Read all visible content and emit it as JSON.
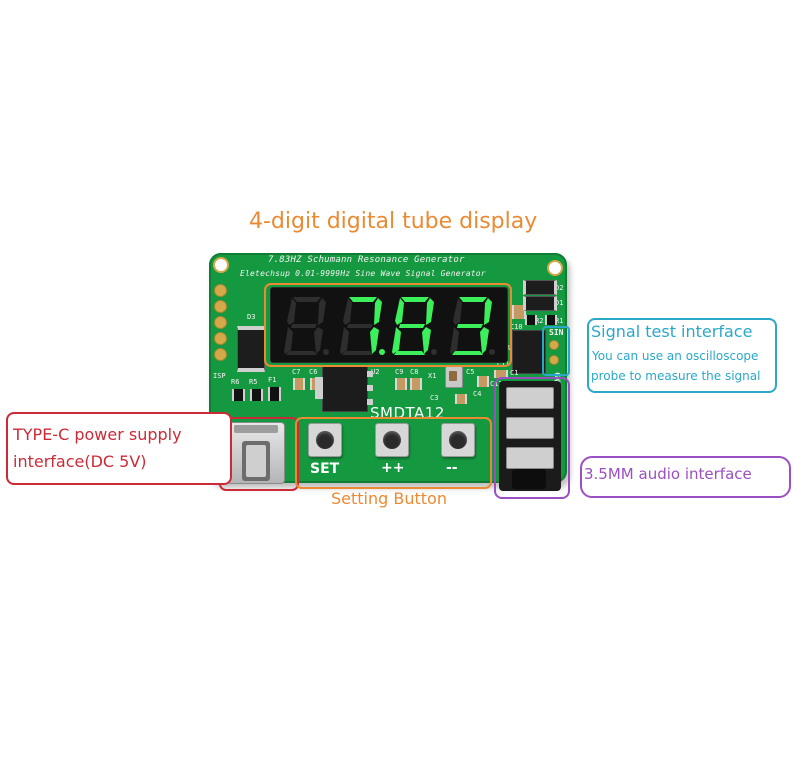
{
  "annotations": {
    "display_label": "4-digit digital tube display",
    "signal_title": "Signal test interface",
    "signal_line1": "You can use an oscilloscope",
    "signal_line2": "probe to measure the signal",
    "typec_line1": "TYPE-C power supply",
    "typec_line2": "interface(DC 5V)",
    "audio_label": "3.5MM audio interface",
    "setting_label": "Setting Button"
  },
  "board": {
    "title_line1": "7.83HZ Schumann Resonance Generator",
    "title_line2": "Eletechsup 0.01-9999Hz Sine Wave Signal Generator",
    "model": "SMDTA12",
    "display_value": "7.83",
    "silk_labels": [
      "ISP",
      "D3",
      "R6",
      "R5",
      "F1",
      "C7",
      "C6",
      "U2",
      "C9",
      "C8",
      "X1",
      "C3",
      "C4",
      "C5",
      "C12",
      "U1",
      "C10",
      "D2",
      "D1",
      "R1",
      "R2",
      "C11",
      "C1",
      "SIN",
      "GND"
    ]
  },
  "buttons": [
    {
      "label": "SET"
    },
    {
      "label": "++"
    },
    {
      "label": "--"
    }
  ],
  "colors": {
    "pcb": "#159940",
    "segment_on": "#3cf05c",
    "segment_off": "#2e2e2e",
    "orange": "#ea8a33",
    "red": "#cc2a36",
    "cyan": "#2aa7c9",
    "purple": "#9b4fc1"
  }
}
